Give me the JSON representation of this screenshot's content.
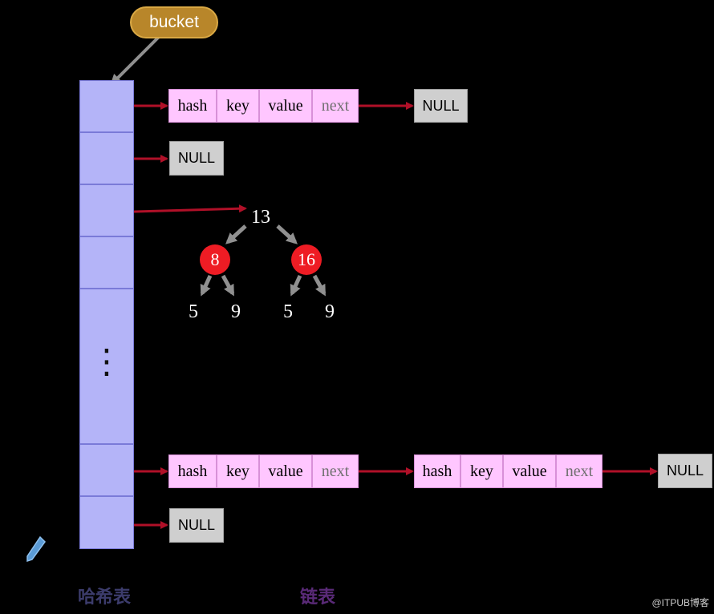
{
  "bucket_label": "bucket",
  "fields": {
    "hash": "hash",
    "key": "key",
    "value": "value",
    "next": "next"
  },
  "null_label": "NULL",
  "ellipsis": "⋮",
  "tree": {
    "root": "13",
    "left": "8",
    "right": "16",
    "left_children": [
      "5",
      "9"
    ],
    "right_children": [
      "5",
      "9"
    ]
  },
  "captions": {
    "hash_table": "哈希表",
    "linked_list": "链表"
  },
  "watermark": "@ITPUB博客",
  "colors": {
    "background": "#000000",
    "bucket_cell": "#b4b4f8",
    "node_field": "#ffc6ff",
    "null_box": "#cfcfcf",
    "arrow": "#b01028",
    "tree_arrow": "#909090",
    "tree_red_node": "#ee1c24",
    "bucket_tag": "#b8862a",
    "caption_hash_table": "#3c3c6c",
    "caption_linked_list": "#5a2a78"
  }
}
